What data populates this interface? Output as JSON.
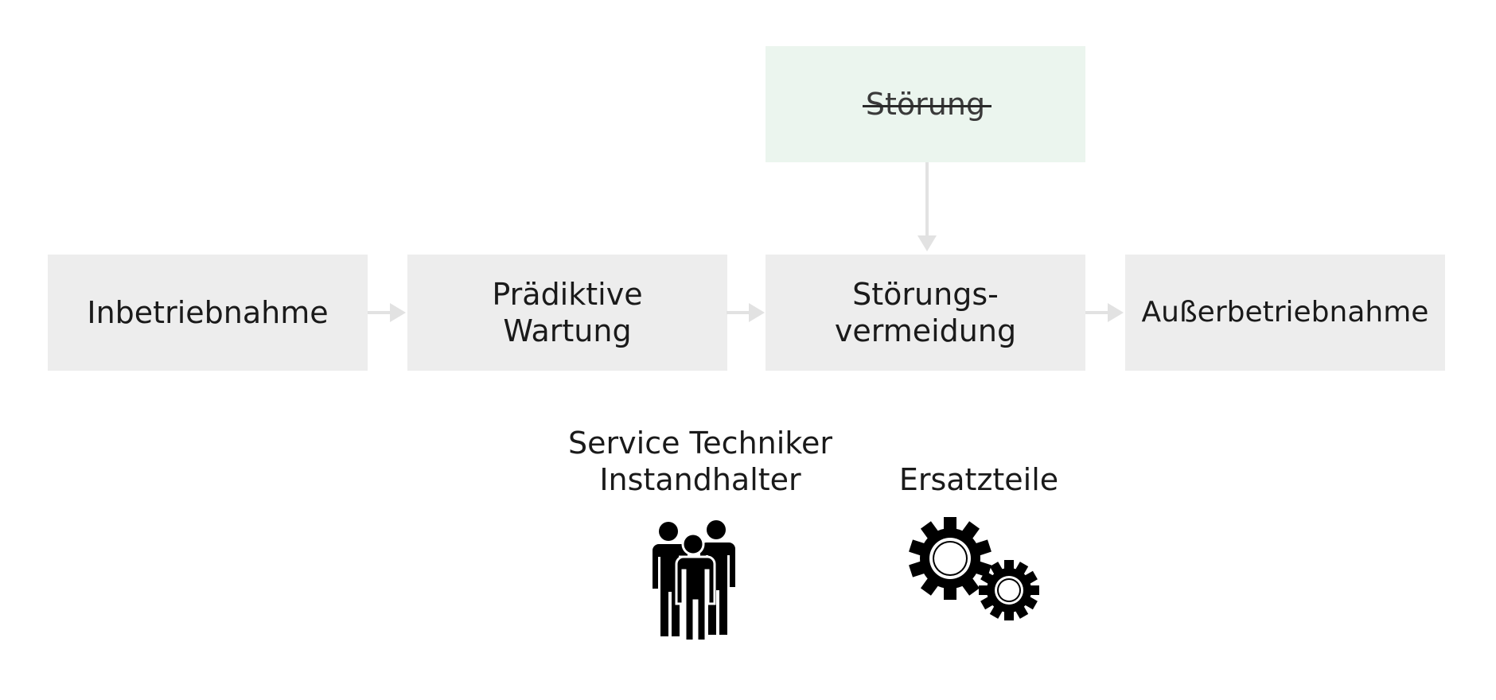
{
  "diagram": {
    "top_box": {
      "label": "Störung",
      "struck_through": true
    },
    "process_steps": [
      {
        "label": "Inbetriebnahme"
      },
      {
        "label": "Prädiktive\nWartung"
      },
      {
        "label": "Störungs-\nvermeidung"
      },
      {
        "label": "Außerbetriebnahme"
      }
    ],
    "resources": [
      {
        "label": "Service Techniker\nInstandhalter",
        "icon": "people-group-icon"
      },
      {
        "label": "Ersatzteile",
        "icon": "gears-icon"
      }
    ],
    "colors": {
      "step_fill": "#ededed",
      "top_box_fill": "#ebf5ee",
      "arrow": "#e2e2e2",
      "text": "#1a1a1a",
      "icon": "#000000"
    }
  }
}
